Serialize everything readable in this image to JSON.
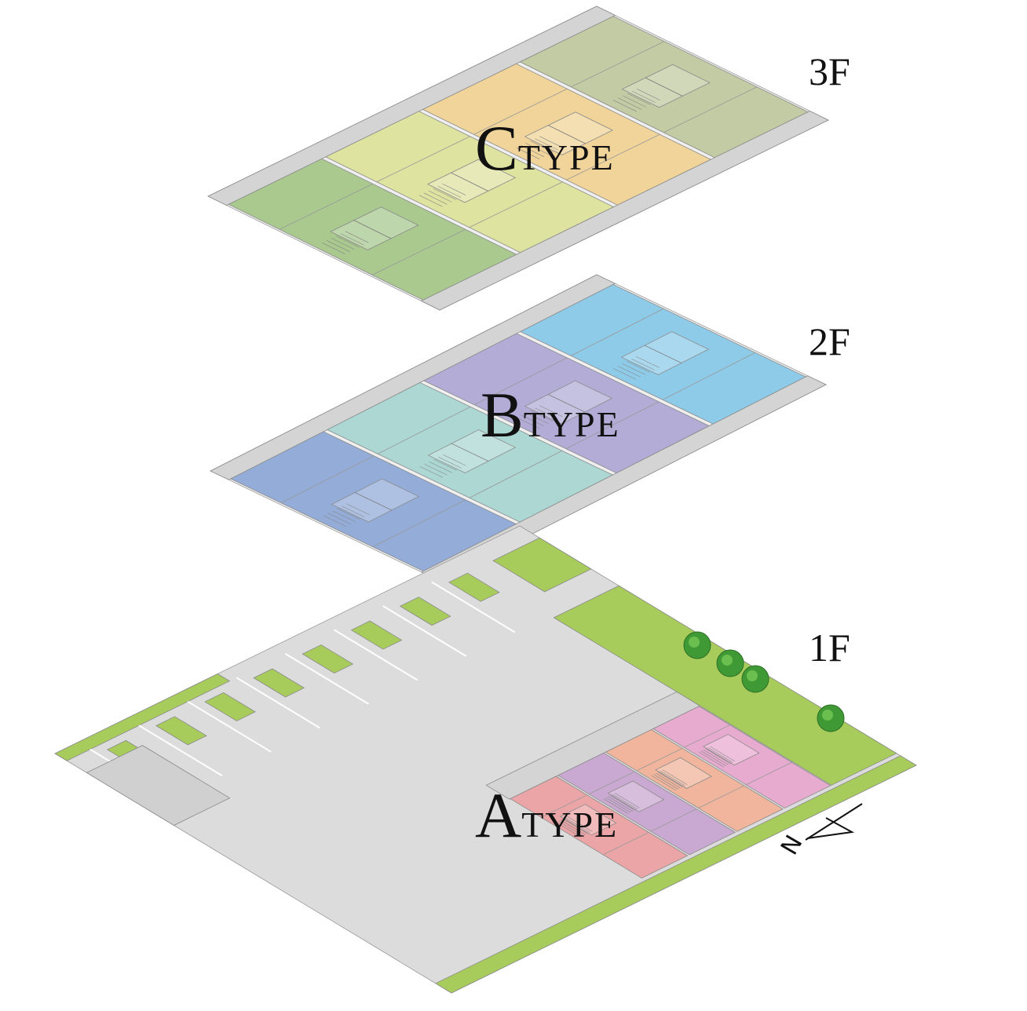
{
  "floors": [
    {
      "label": "3F",
      "type_letter": "C",
      "type_suffix": "TYPE",
      "unit_colors": [
        "#a9c98f",
        "#dfe3a0",
        "#f0d49a",
        "#c2cba3"
      ]
    },
    {
      "label": "2F",
      "type_letter": "B",
      "type_suffix": "TYPE",
      "unit_colors": [
        "#93acd8",
        "#acd7d3",
        "#b2acd6",
        "#8ecbe8"
      ]
    },
    {
      "label": "1F",
      "type_letter": "A",
      "type_suffix": "TYPE",
      "unit_colors": [
        "#eca5a6",
        "#c9a9d1",
        "#f0b59c",
        "#e8abd0"
      ]
    }
  ],
  "compass": {
    "label": "N"
  },
  "colors": {
    "ground": "#dcdcdc",
    "lawn": "#a8cc5c",
    "tree": "#3f9a35",
    "balcony": "#d4d4d4",
    "line": "#8a8a8a"
  }
}
